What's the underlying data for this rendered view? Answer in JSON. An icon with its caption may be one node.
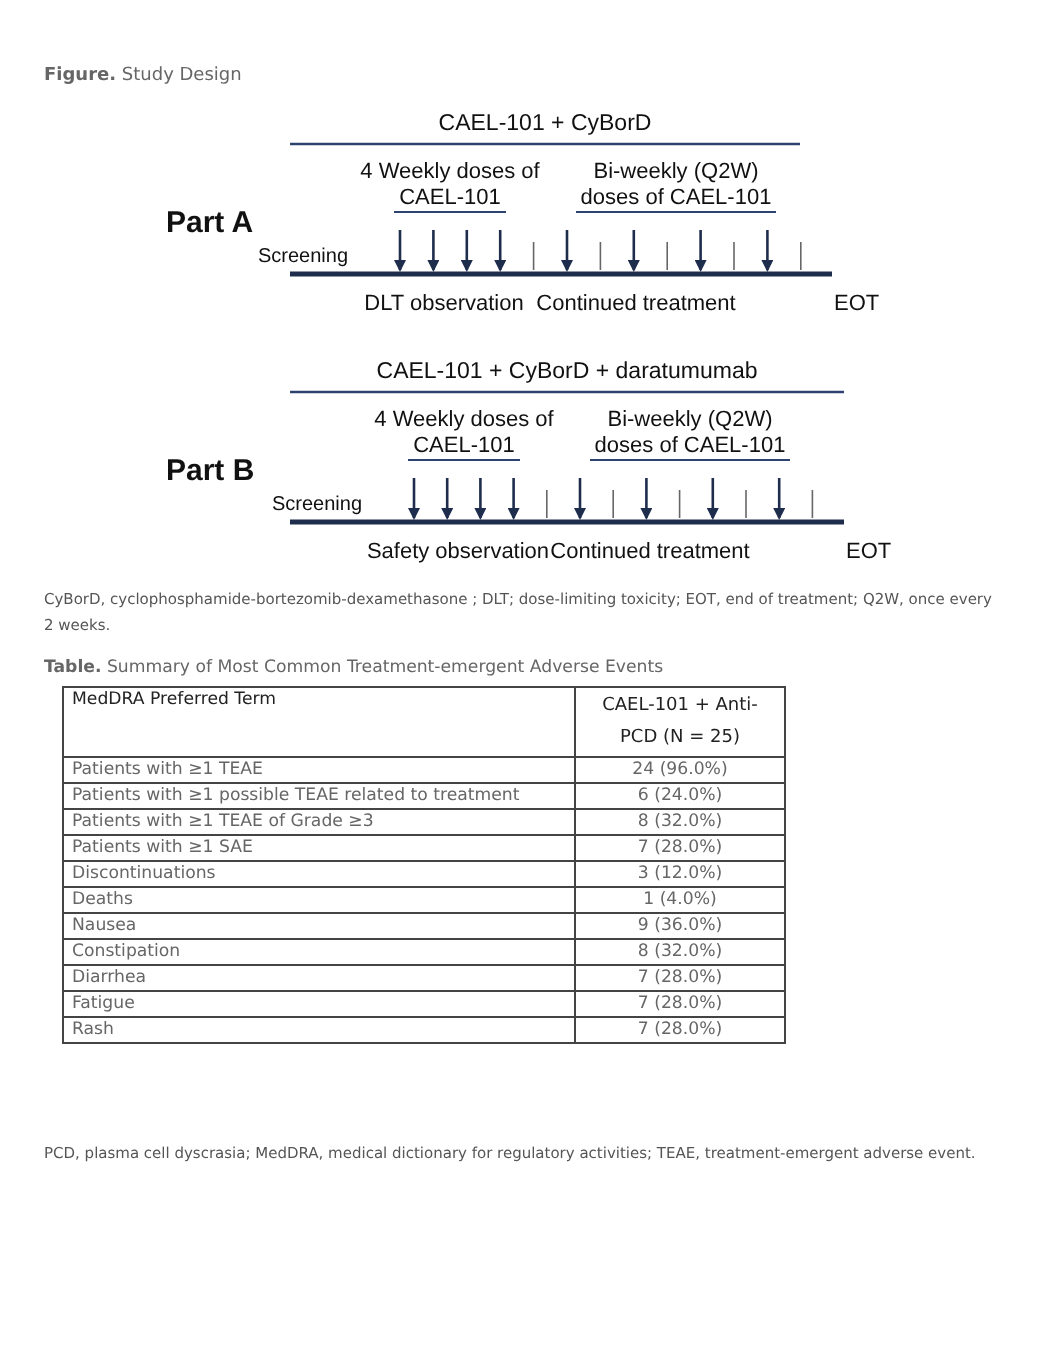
{
  "diagram": {
    "title": "**Figure.** Study Design",
    "labels": [
      "CAEL-101 + CyBorD",
      "4 Weekly doses of CAEL-101",
      "Bi-weekly (Q2W) doses of CAEL-101",
      "Part A",
      "Screening",
      "DLT observation",
      "Continued treatment",
      "EOT",
      "CAEL-101 + CyBorD + daratumumab",
      "4 Weekly doses of CAEL-101",
      "Bi-weekly (Q2W) doses of CAEL-101",
      "Part B",
      "Screening",
      "Safety observation",
      "Continued treatment",
      "EOT",
      "CyBorD, cyclophosphamide-bortezomib-dexamethasone ; DLT; dose-limiting toxicity; EOT, end of treatment; Q2W, once every 2 weeks.",
      "**Table.** Summary of Most Common Treatment-emergent Adverse Events",
      "MedDRA Preferred Term",
      "CAEL-101 + Anti-PCD (N = 25)",
      "Patients with ≥1 TEAE",
      "24 (96.0%)",
      "Patients with ≥1 possible TEAE related to treatment",
      "6 (24.0%)",
      "Patients with ≥1 TEAE of Grade ≥3",
      "8 (32.0%)",
      "Patients with ≥1 SAE",
      "7 (28.0%)",
      "Discontinuations",
      "3 (12.0%)",
      "Deaths",
      "1 (4.0%)",
      "Nausea",
      "9 (36.0%)",
      "Constipation",
      "8 (32.0%)",
      "Diarrhea",
      "7 (28.0%)",
      "Fatigue",
      "7 (28.0%)",
      "Rash",
      "7 (28.0%)",
      "PCD, plasma cell dyscrasia; MedDRA, medical dictionary for regulatory activities; TEAE, treatment-emergent adverse event."
    ]
  }
}
